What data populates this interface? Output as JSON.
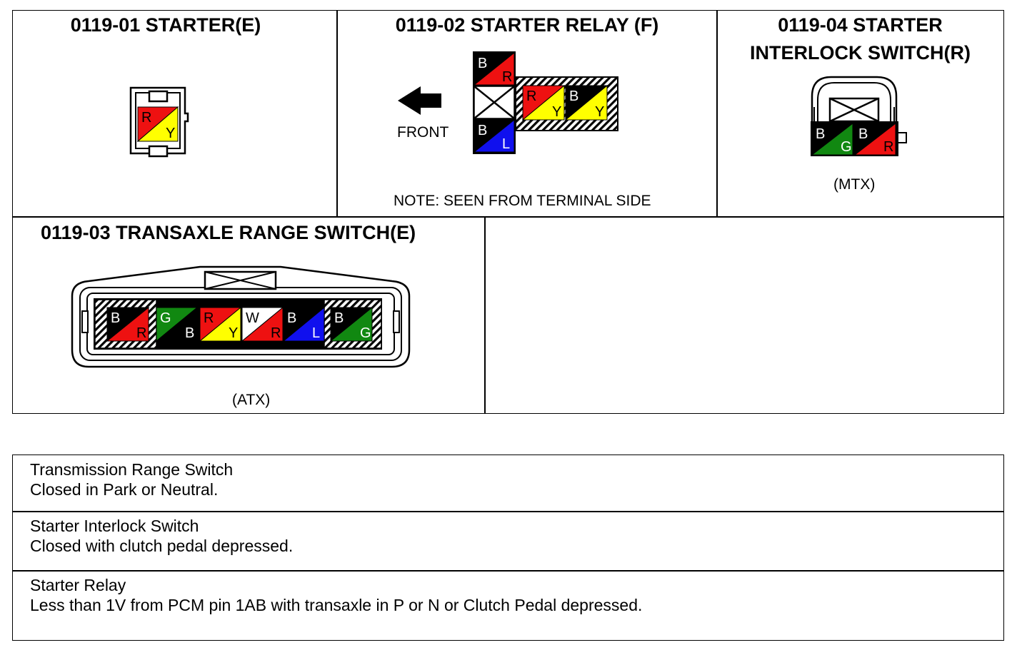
{
  "colors": {
    "B": "#000000",
    "R": "#ee1111",
    "Y": "#ffff00",
    "G": "#118811",
    "L": "#1010ee",
    "W": "#ffffff"
  },
  "starter": {
    "title": "0119-01 STARTER(E)",
    "pins": [
      {
        "top": "R",
        "bottom": "Y"
      }
    ]
  },
  "relay": {
    "title": "0119-02 STARTER RELAY (F)",
    "front_label": "FRONT",
    "note": "NOTE: SEEN FROM TERMINAL SIDE",
    "left_pins": [
      {
        "top": "B",
        "bottom": "R"
      },
      {
        "empty": true
      },
      {
        "top": "B",
        "bottom": "L"
      }
    ],
    "right_pins": [
      {
        "top": "R",
        "bottom": "Y"
      },
      {
        "top": "B",
        "bottom": "Y"
      }
    ]
  },
  "interlock": {
    "title_line1": "0119-04 STARTER",
    "title_line2": "INTERLOCK SWITCH(R)",
    "variant": "(MTX)",
    "pins": [
      {
        "top": "B",
        "bottom": "G"
      },
      {
        "top": "B",
        "bottom": "R"
      }
    ]
  },
  "range": {
    "title": "0119-03 TRANSAXLE RANGE SWITCH(E)",
    "variant": "(ATX)",
    "pins": [
      {
        "top": "B",
        "bottom": "R"
      },
      {
        "top": "G",
        "bottom": "B"
      },
      {
        "top": "R",
        "bottom": "Y"
      },
      {
        "top": "W",
        "bottom": "R"
      },
      {
        "top": "B",
        "bottom": "L"
      },
      {
        "top": "B",
        "bottom": "G"
      }
    ]
  },
  "notes": [
    {
      "line1": "Transmission Range Switch",
      "line2": "Closed in Park or Neutral."
    },
    {
      "line1": "Starter Interlock Switch",
      "line2": "Closed with clutch pedal depressed."
    },
    {
      "line1": "Starter Relay",
      "line2": "Less than 1V from PCM pin 1AB with transaxle in P or N or Clutch Pedal depressed."
    }
  ]
}
